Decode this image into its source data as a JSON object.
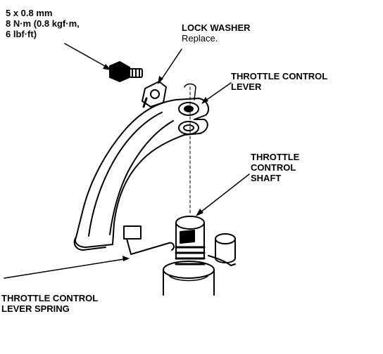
{
  "colors": {
    "ink": "#000000",
    "paper": "#ffffff"
  },
  "labels": {
    "bolt_spec": [
      "5 x 0.8 mm",
      "8 N·m (0.8 kgf·m,",
      "6 lbf·ft)"
    ],
    "lock_washer": {
      "title": "LOCK WASHER",
      "note": "Replace."
    },
    "throttle_control_lever": [
      "THROTTLE CONTROL",
      "LEVER"
    ],
    "throttle_control_shaft": [
      "THROTTLE",
      "CONTROL",
      "SHAFT"
    ],
    "throttle_control_lever_spring": [
      "THROTTLE CONTROL",
      "LEVER SPRING"
    ]
  }
}
